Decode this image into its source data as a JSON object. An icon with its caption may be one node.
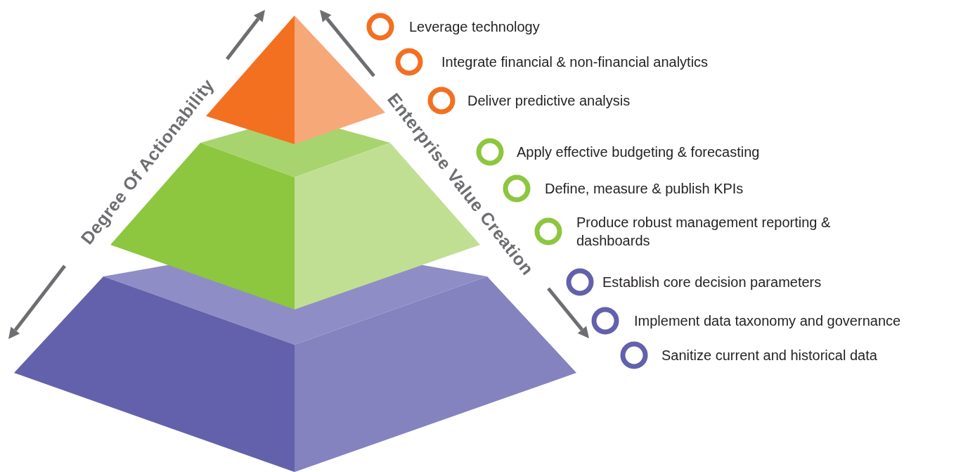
{
  "diagram": {
    "labels": [
      "Degree Of Actionability",
      "Enterprise Value Creation",
      "Leverage technology",
      "Integrate financial & non-financial analytics",
      "Deliver predictive analysis",
      "Apply effective budgeting & forecasting",
      "Define, measure & publish KPIs",
      "Produce robust management reporting & dashboards",
      "Establish core decision parameters",
      "Implement data taxonomy and governance",
      "Sanitize current and historical data"
    ]
  }
}
